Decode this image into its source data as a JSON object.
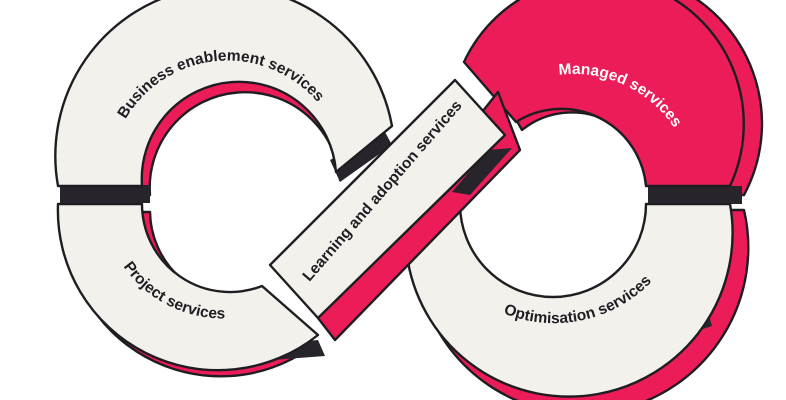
{
  "diagram": {
    "segments": [
      {
        "id": "business",
        "label": "Business enablement services",
        "fill": "#f2f1ec",
        "text_color": "#1f1d22"
      },
      {
        "id": "managed",
        "label": "Managed services",
        "fill": "#eb1c58",
        "text_color": "#ffffff"
      },
      {
        "id": "learning",
        "label": "Learning and adoption services",
        "fill": "#f2f1ec",
        "text_color": "#1f1d22"
      },
      {
        "id": "project",
        "label": "Project services",
        "fill": "#f2f1ec",
        "text_color": "#1f1d22"
      },
      {
        "id": "optimisation",
        "label": "Optimisation services",
        "fill": "#f2f1ec",
        "text_color": "#1f1d22"
      }
    ],
    "colors": {
      "accent": "#eb1c58",
      "outline": "#1f1d22",
      "panel": "#f2f1ec",
      "shadow_dark": "#27252b"
    }
  }
}
